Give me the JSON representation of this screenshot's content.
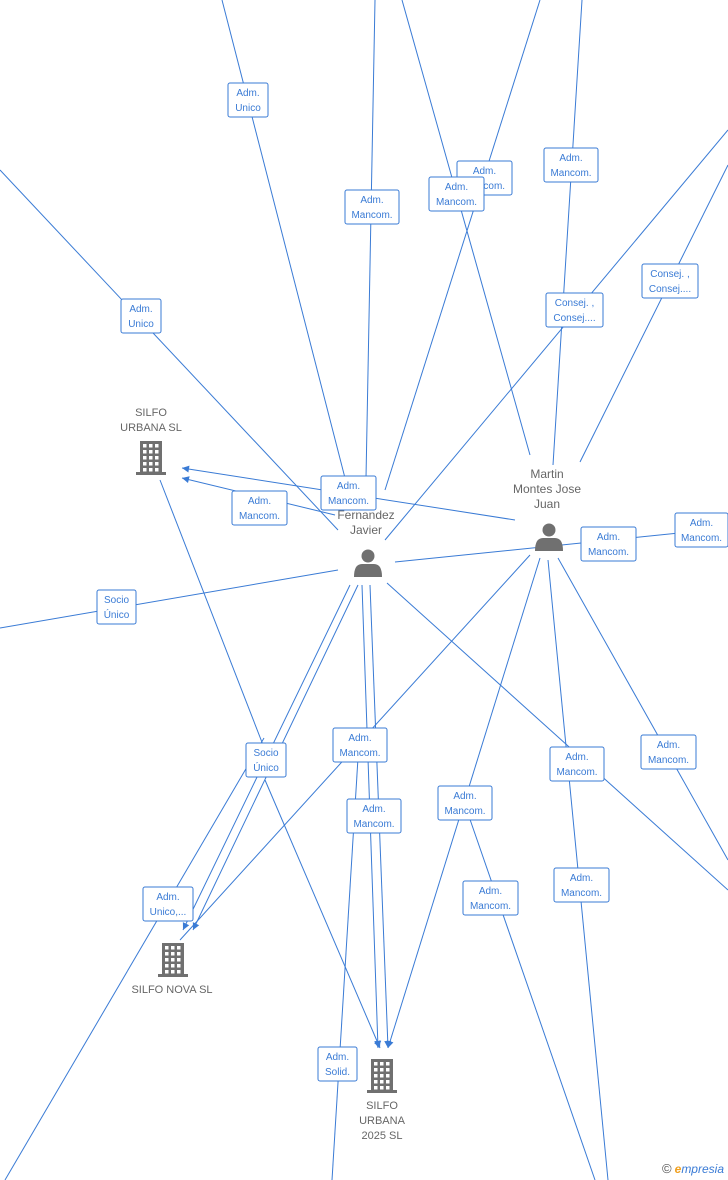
{
  "people": [
    {
      "id": "p1",
      "lines": [
        "ez",
        "Fernandez",
        "Javier"
      ]
    },
    {
      "id": "p2",
      "lines": [
        "Martin",
        "Montes Jose",
        "Juan"
      ]
    }
  ],
  "companies": [
    {
      "id": "c1",
      "lines": [
        "SILFO",
        "URBANA  SL"
      ]
    },
    {
      "id": "c2",
      "lines": [
        "SILFO NOVA  SL"
      ]
    },
    {
      "id": "c3",
      "lines": [
        "SILFO",
        "URBANA",
        "2025  SL"
      ]
    }
  ],
  "edge_labels": [
    [
      "Adm.",
      "Unico"
    ],
    [
      "Adm.",
      "Mancom."
    ],
    [
      "Adm.",
      "Mancom."
    ],
    [
      "Adm.",
      "Mancom."
    ],
    [
      "Adm.",
      "Mancom."
    ],
    [
      "Adm.",
      "Unico"
    ],
    [
      "Consej. ,",
      "Consej...."
    ],
    [
      "Consej. ,",
      "Consej...."
    ],
    [
      "Adm.",
      "Mancom."
    ],
    [
      "Adm.",
      "Mancom."
    ],
    [
      "Adm.",
      "Mancom."
    ],
    [
      "Adm.",
      "Mancom."
    ],
    [
      "Socio",
      "Único"
    ],
    [
      "Socio",
      "Único"
    ],
    [
      "Adm.",
      "Mancom."
    ],
    [
      "Adm.",
      "Mancom."
    ],
    [
      "Adm.",
      "Mancom."
    ],
    [
      "Adm.",
      "Mancom."
    ],
    [
      "Adm.",
      "Mancom."
    ],
    [
      "Adm.",
      "Unico,..."
    ],
    [
      "Adm.",
      "Mancom."
    ],
    [
      "Adm.",
      "Mancom."
    ],
    [
      "Adm.",
      "Solid."
    ]
  ],
  "brand": {
    "copyright": "©",
    "e": "e",
    "rest": "mpresia"
  }
}
